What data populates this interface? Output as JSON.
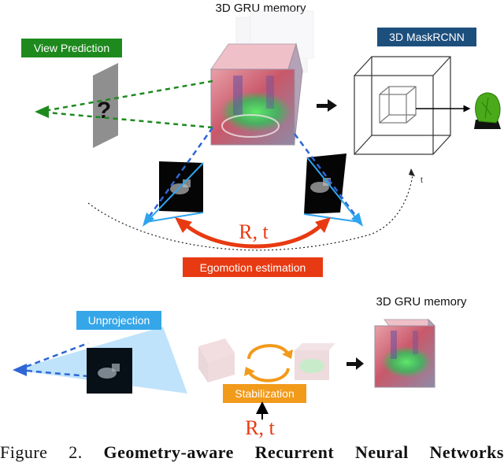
{
  "top": {
    "memory_title": "3D GRU memory",
    "view_prediction_label": "View Prediction",
    "maskrcnn_label": "3D MaskRCNN",
    "query_mark": "?",
    "rt_label": "R, t",
    "egomotion_label": "Egomotion estimation",
    "timeline_label": "t"
  },
  "bottom": {
    "memory_title": "3D GRU memory",
    "unprojection_label": "Unprojection",
    "stabilization_label": "Stabilization",
    "rt_label": "R, t"
  },
  "caption": {
    "figure_word": "Figure",
    "figure_number": "2.",
    "title_words": [
      "Geometry-aware",
      "Recurrent",
      "Neural",
      "Networks"
    ]
  },
  "colors": {
    "view_prediction_green": "#1e8a1e",
    "maskrcnn_navy": "#1d4f7d",
    "egomotion_red": "#e83a12",
    "projection_blue": "#2f66d6",
    "unprojection_sky": "#35a6e8",
    "stabilization_orange": "#f29a1a"
  }
}
